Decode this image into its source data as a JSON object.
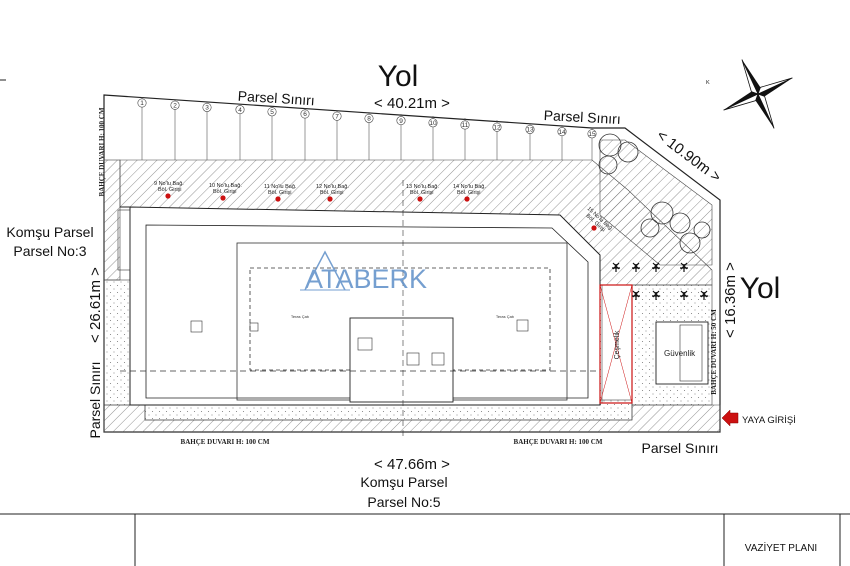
{
  "roads": {
    "top": {
      "name": "Yol",
      "length": "< 40.21m >"
    },
    "right": {
      "name": "Yol"
    }
  },
  "dimensions": {
    "bottom": "< 47.66m >",
    "left": "< 26.61m >",
    "diagonal": "< 10.90m >",
    "right": "< 16.36m >"
  },
  "boundaries": {
    "top_left": "Parsel Sınırı",
    "top_right": "Parsel Sınırı",
    "left": "Parsel Sınırı",
    "bottom_right": "Parsel Sınırı"
  },
  "neighbors": {
    "left": {
      "line1": "Komşu Parsel",
      "line2": "Parsel No:3"
    },
    "bottom": {
      "line1": "Komşu Parsel",
      "line2": "Parsel No:5"
    }
  },
  "garden_walls": {
    "left": "BAHÇE DUVARI H: 100 CM",
    "bottom_left": "BAHÇE DUVARI H: 100 CM",
    "bottom_right": "BAHÇE DUVARI H: 100 CM",
    "right": "BAHÇE DUVARI H: 50 CM"
  },
  "lot_numbers": [
    "1",
    "2",
    "3",
    "4",
    "5",
    "6",
    "7",
    "8",
    "9",
    "10",
    "11",
    "12",
    "13",
    "14",
    "15"
  ],
  "entrances": [
    {
      "line1": "9 No'lu Bağ.",
      "line2": "Böl. Girişi"
    },
    {
      "line1": "10 No'lu Bağ.",
      "line2": "Böl. Girişi"
    },
    {
      "line1": "11 No'lu Bağ.",
      "line2": "Böl. Girişi"
    },
    {
      "line1": "12 No'lu Bağ.",
      "line2": "Böl. Girişi"
    },
    {
      "line1": "13 No'lu Bağ.",
      "line2": "Böl. Girişi"
    },
    {
      "line1": "14 No'lu Bağ.",
      "line2": "Böl. Girişi"
    },
    {
      "line1": "15 No'lu Bağ.",
      "line2": "Böl. Girişi"
    }
  ],
  "areas": {
    "fountain": "Çeşmelik",
    "security": "Güvenlik",
    "terrace_left": "Teras Çatı",
    "terrace_right": "Teras Çatı"
  },
  "pedestrian_entrance": "YAYA GİRİŞİ",
  "watermark": "ATABERK",
  "compass_letter": "K",
  "title_block": "VAZİYET PLANI",
  "colors": {
    "accent": "#cc1111",
    "watermark": "#5e8fc8",
    "line": "#222222"
  }
}
